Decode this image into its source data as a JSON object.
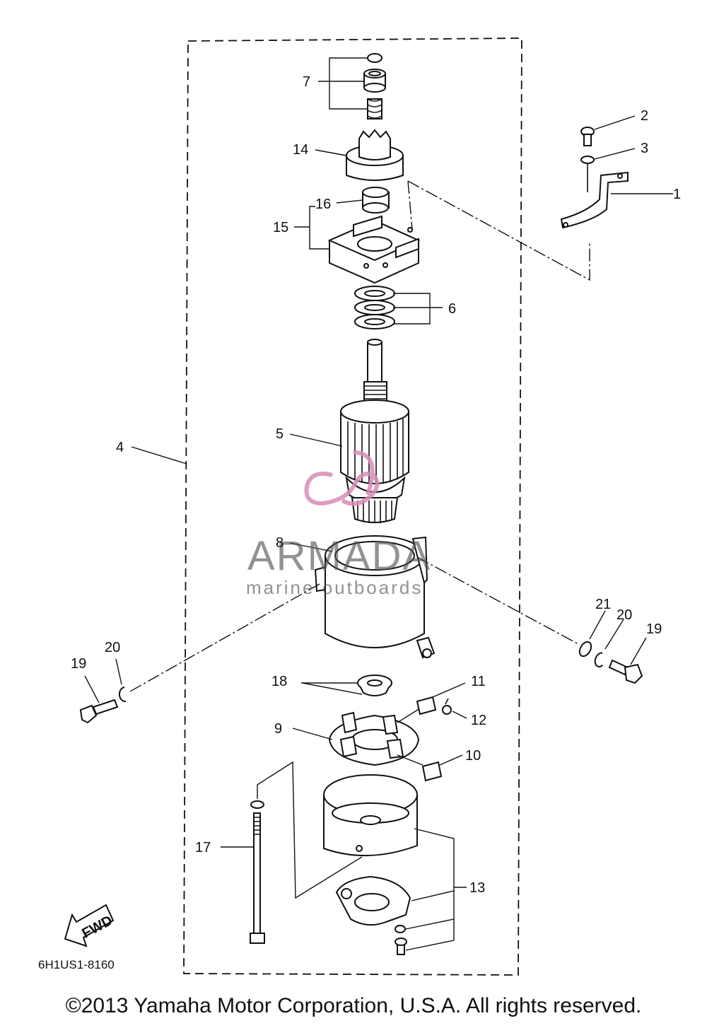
{
  "diagram": {
    "labels": {
      "p1": "1",
      "p2": "2",
      "p3": "3",
      "p4": "4",
      "p5": "5",
      "p6": "6",
      "p7": "7",
      "p8": "8",
      "p9": "9",
      "p10": "10",
      "p11": "11",
      "p12": "12",
      "p13": "13",
      "p14": "14",
      "p15": "15",
      "p16": "16",
      "p17": "17",
      "p18": "18",
      "p19a": "19",
      "p19b": "19",
      "p20a": "20",
      "p20b": "20",
      "p21": "21"
    },
    "fwd_label": "FWD",
    "figure_code": "6H1US1-8160"
  },
  "watermark": {
    "brand": "ARMADA",
    "tagline": "marine outboards",
    "color": "#d98bb8"
  },
  "footer": {
    "copyright": "©2013 Yamaha Motor Corporation, U.S.A. All rights reserved."
  }
}
